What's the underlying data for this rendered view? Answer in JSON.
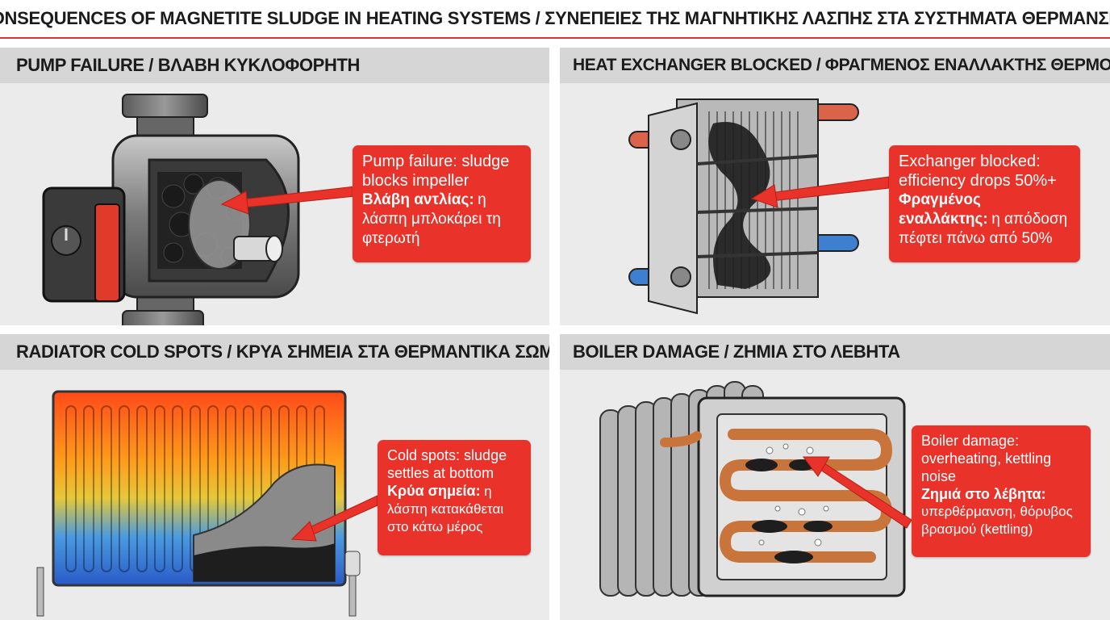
{
  "title": "CONSEQUENCES OF MAGNETITE SLUDGE IN HEATING SYSTEMS / ΣΥΝΕΠΕΙΕΣ ΤΗΣ ΜΑΓΝΗΤΙΚΗΣ ΛΑΣΠΗΣ ΣΤΑ ΣΥΣΤΗΜΑΤΑ ΘΕΡΜΑΝΣΗΣ",
  "colors": {
    "accent_red": "#e8322a",
    "rule_red": "#d23a2a",
    "panel_bg": "#ebebeb",
    "header_bg": "#d6d6d6",
    "sludge": "#2a2a2a",
    "copper": "#c8743a",
    "hot_pipe": "#d9644a",
    "cold_pipe": "#3f7fd0"
  },
  "panels": {
    "pump": {
      "header": "PUMP FAILURE / ΒΛΑΒΗ ΚΥΚΛΟΦΟΡΗΤΗ",
      "illustration": "circulator-pump-cutaway-icon",
      "callout_en": "Pump failure: sludge blocks impeller",
      "callout_gr_title": "Βλάβη αντλίας:",
      "callout_gr_body": "η λάσπη μπλοκάρει τη φτερωτή"
    },
    "exchanger": {
      "header": "HEAT EXCHANGER BLOCKED / ΦΡΑΓΜΕΝΟΣ ΕΝΑΛΛΑΚΤΗΣ ΘΕΡΜΟΤΗΤΑΣ",
      "illustration": "plate-heat-exchanger-icon",
      "callout_en": "Exchanger blocked: efficiency drops 50%+",
      "callout_gr_title": "Φραγμένος εναλλάκτης:",
      "callout_gr_body": "η απόδοση πέφτει πάνω από 50%"
    },
    "radiator": {
      "header": "RADIATOR COLD SPOTS / ΚΡΥΑ ΣΗΜΕΙΑ ΣΤΑ ΘΕΡΜΑΝΤΙΚΑ ΣΩΜΑΤΑ",
      "illustration": "radiator-heat-gradient-icon",
      "callout_en": "Cold spots: sludge settles at bottom",
      "callout_gr_title": "Κρύα σημεία:",
      "callout_gr_body": "η λάσπη κατακάθεται στο κάτω μέρος"
    },
    "boiler": {
      "header": "BOILER DAMAGE / ΖΗΜΙΑ ΣΤΟ ΛΕΒΗΤΑ",
      "illustration": "boiler-coil-cutaway-icon",
      "callout_en": "Boiler damage: overheating, kettling noise",
      "callout_gr_title": "Ζημιά στο λέβητα:",
      "callout_gr_body": "υπερθέρμανση, θόρυβος βρασμού (kettling)"
    }
  }
}
